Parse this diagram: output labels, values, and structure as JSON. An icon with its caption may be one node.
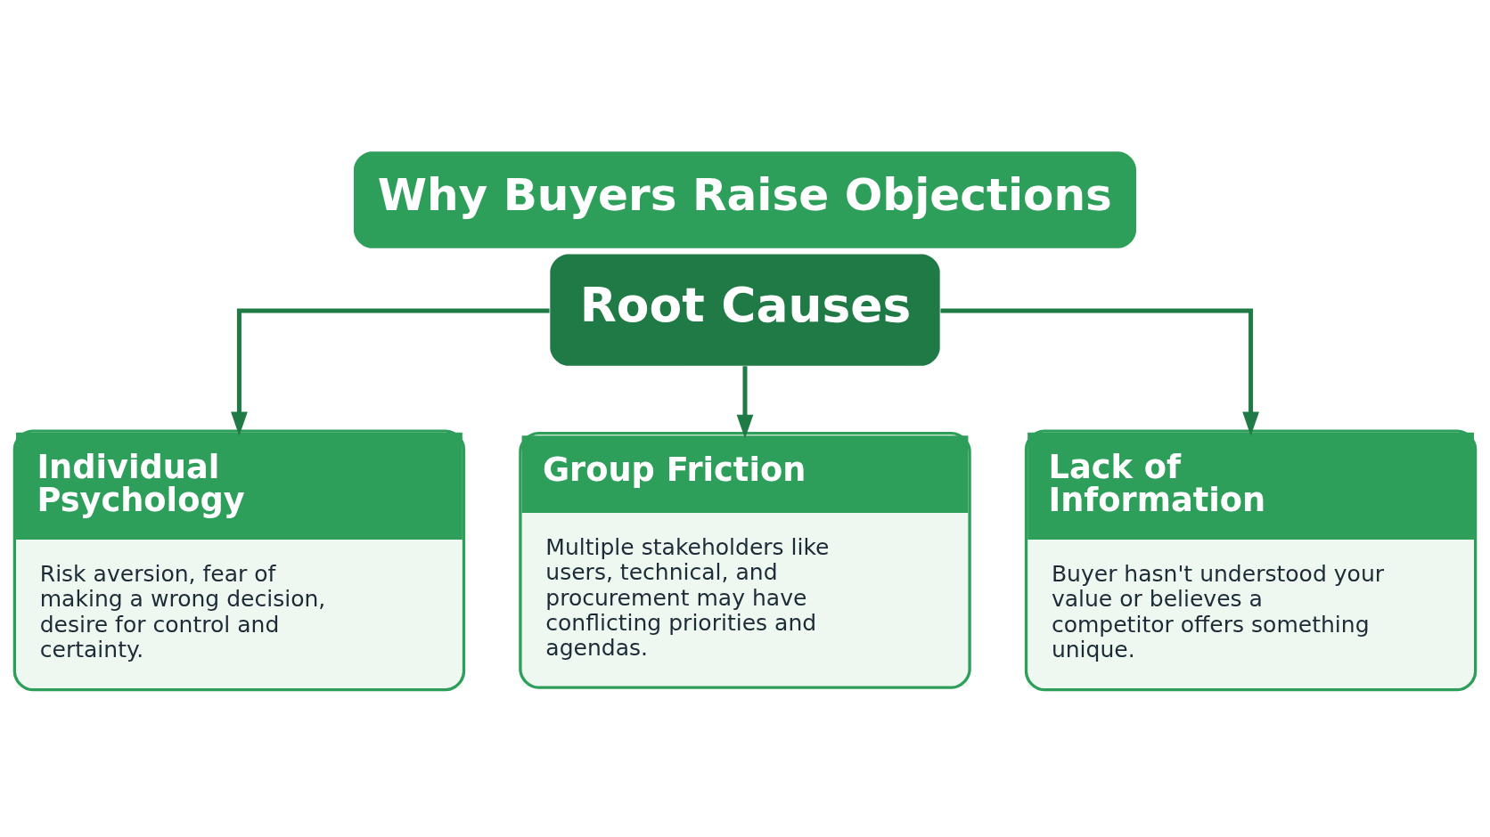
{
  "diagram": {
    "title": "Why Buyers Raise Objections",
    "nodes": [
      {
        "text": [
          "Root Causes"
        ]
      },
      {
        "text": [
          "Individual Psychology",
          "Risk aversion, fear of making a wrong decision, desire for control and certainty."
        ]
      },
      {
        "text": [
          "Group Friction",
          "Multiple stakeholders like users, technical, and procurement may have conflicting priorities and agendas."
        ]
      },
      {
        "text": [
          "Lack of Information",
          "Buyer hasn't understood your value or believes a competitor offers something unique."
        ]
      }
    ],
    "edges": [
      {
        "from": 0,
        "to": 1,
        "arrow": "to"
      },
      {
        "from": 0,
        "to": 2,
        "arrow": "to"
      },
      {
        "from": 0,
        "to": 3,
        "arrow": "to"
      }
    ]
  }
}
